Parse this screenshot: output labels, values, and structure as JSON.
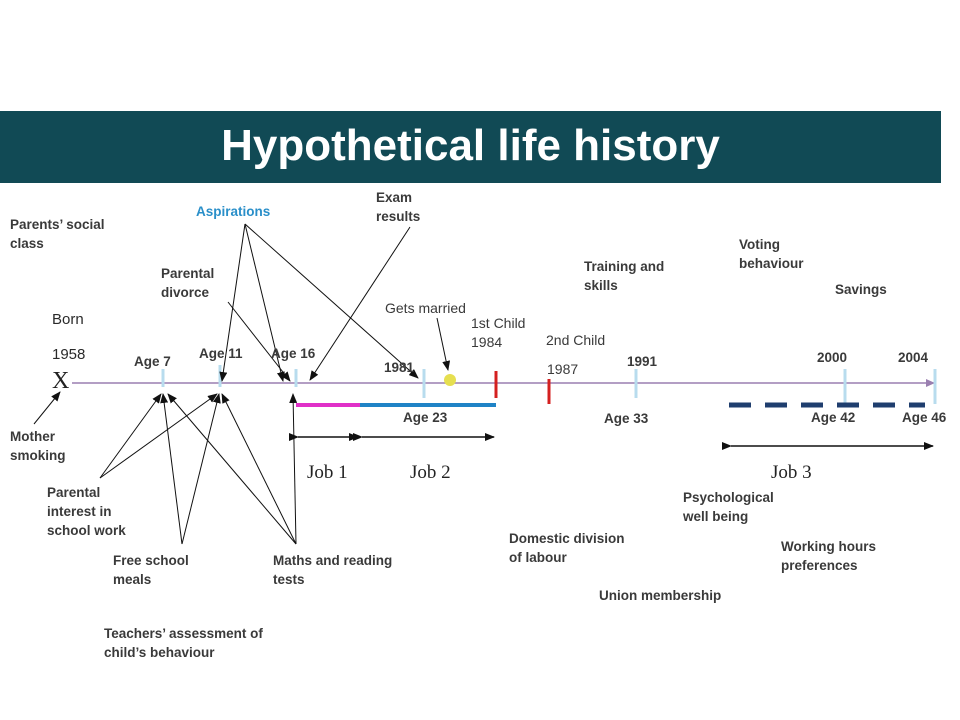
{
  "title": "Hypothetical life history",
  "colors": {
    "banner": "#114a55",
    "aspirations": "#2a8fc9",
    "job1": "#e030c8",
    "job2": "#1f83c6",
    "marker_red": "#d42020",
    "marker_yellow": "#e6df50",
    "job3_dash": "#1f3e6e",
    "timeline": "#9a7fb0"
  },
  "birth": {
    "born": "Born",
    "year": "1958",
    "x": "X"
  },
  "early_measures": {
    "parents_social_class": "Parents’ social\nclass",
    "aspirations": "Aspirations",
    "parental_divorce": "Parental\ndivorce",
    "exam_results": "Exam\nresults",
    "mother_smoking": "Mother\nsmoking",
    "parental_interest": "Parental\ninterest in\nschool work",
    "free_school_meals": "Free school\nmeals",
    "maths_reading": "Maths and reading\ntests",
    "teachers_assessment": "Teachers’ assessment of\nchild’s behaviour"
  },
  "ages_top": {
    "age7": "Age 7",
    "age11": "Age 11",
    "age16": "Age 16"
  },
  "events": {
    "gets_married": "Gets married",
    "child1": "1st Child\n1984",
    "child2_label": "2nd Child",
    "child2_year": "1987"
  },
  "years": {
    "y1981": "1981",
    "y1991": "1991",
    "y2000": "2000",
    "y2004": "2004"
  },
  "ages_bottom": {
    "age23": "Age 23",
    "age33": "Age 33",
    "age42": "Age 42",
    "age46": "Age 46"
  },
  "jobs": {
    "job1": "Job 1",
    "job2": "Job 2",
    "job3": "Job 3"
  },
  "adult_measures": {
    "training": "Training and\nskills",
    "voting": "Voting\nbehaviour",
    "savings": "Savings",
    "psych": "Psychological\nwell being",
    "domestic": "Domestic division\nof labour",
    "working_hours": "Working hours\npreferences",
    "union": "Union membership"
  }
}
